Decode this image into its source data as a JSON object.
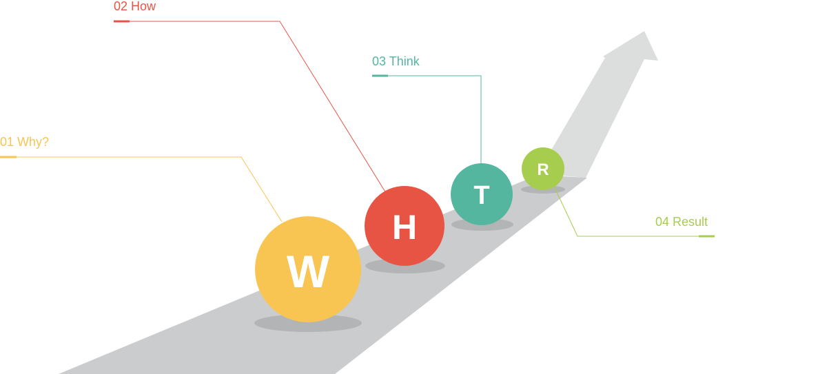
{
  "diagram": {
    "colors": {
      "road": "#cbcccd",
      "arrow": "#dcdddd",
      "shadow": "#b3b4b5",
      "why": "#f8c553",
      "how": "#e85444",
      "think": "#55b69f",
      "result": "#a6cd4e"
    },
    "steps": [
      {
        "key": "why",
        "label": "01 Why?",
        "letter": "W"
      },
      {
        "key": "how",
        "label": "02 How",
        "letter": "H"
      },
      {
        "key": "think",
        "label": "03 Think",
        "letter": "T"
      },
      {
        "key": "result",
        "label": "04 Result",
        "letter": "R"
      }
    ]
  }
}
